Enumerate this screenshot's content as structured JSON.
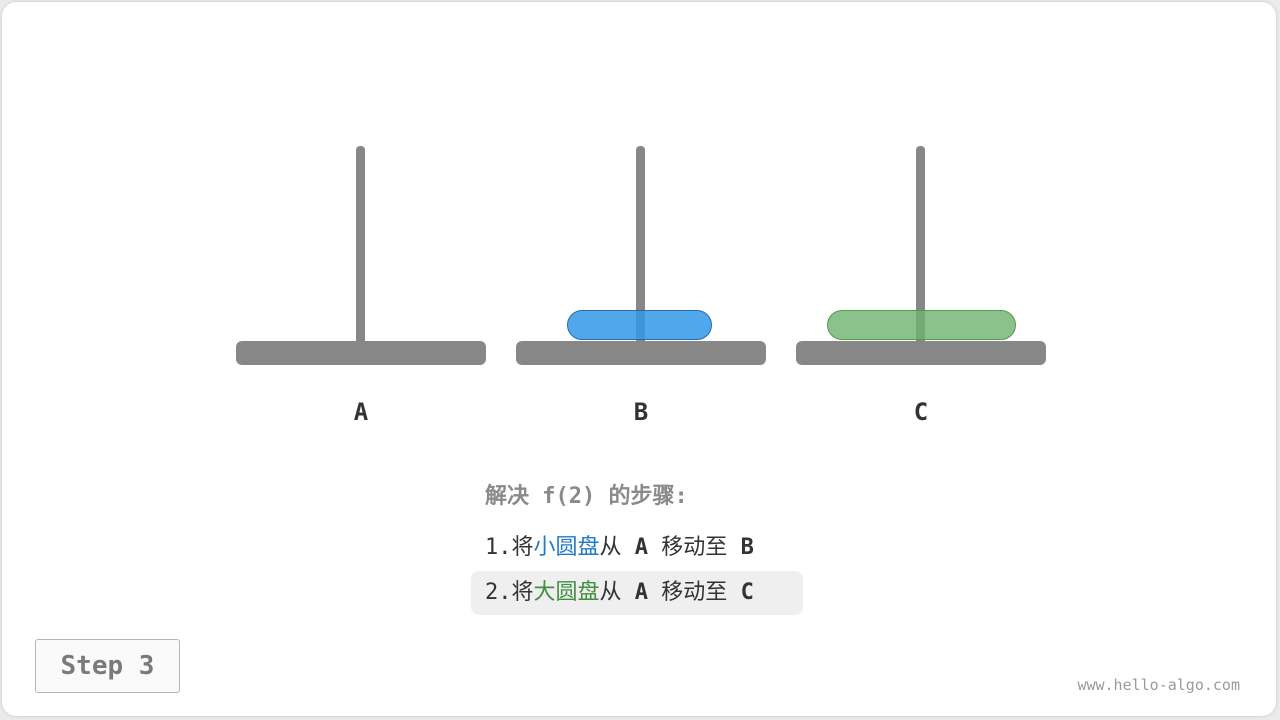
{
  "pegs": [
    {
      "label": "A"
    },
    {
      "label": "B"
    },
    {
      "label": "C"
    }
  ],
  "disks": [
    {
      "name": "small-disk",
      "on_peg": "B",
      "color": "#3498e8"
    },
    {
      "name": "large-disk",
      "on_peg": "C",
      "color": "#6eb26e"
    }
  ],
  "steps": {
    "title": "解决 f(2) 的步骤:",
    "items": [
      {
        "num": "1.",
        "verb": "将",
        "object": "小圆盘",
        "from_word": "从",
        "from": "A",
        "move": "移动至",
        "to": "B",
        "object_color": "#1f7bc7",
        "highlighted": false
      },
      {
        "num": "2.",
        "verb": "将",
        "object": "大圆盘",
        "from_word": "从",
        "from": "A",
        "move": "移动至",
        "to": "C",
        "object_color": "#3f8f3f",
        "highlighted": true
      }
    ]
  },
  "step_indicator": "Step 3",
  "watermark": "www.hello-algo.com"
}
